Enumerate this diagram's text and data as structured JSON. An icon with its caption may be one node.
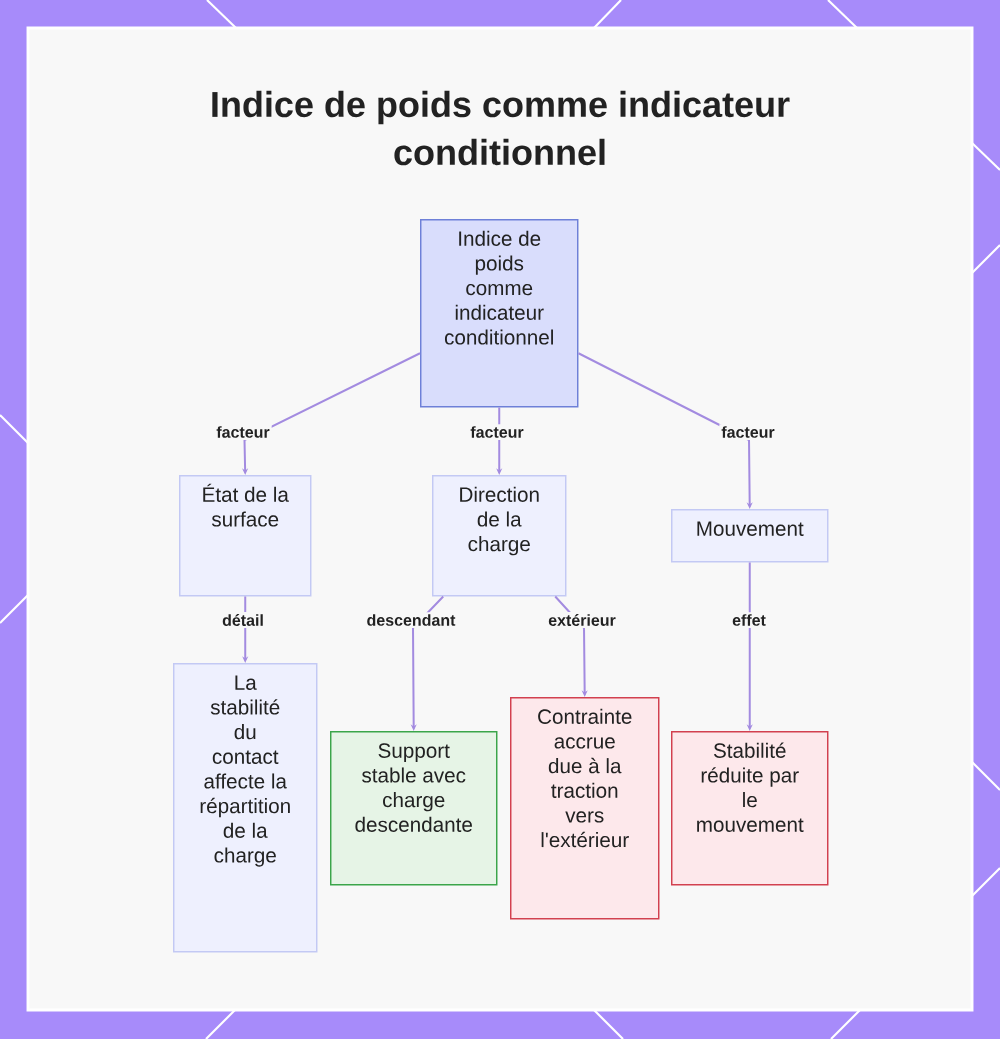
{
  "diagram": {
    "title": "Indice de poids comme indicateur conditionnel",
    "nodes": [
      {
        "text": [
          "Indice de poids comme indicateur conditionnel"
        ]
      },
      {
        "text": [
          "État de la surface"
        ]
      },
      {
        "text": [
          "Direction de la charge"
        ]
      },
      {
        "text": [
          "Mouvement"
        ]
      },
      {
        "text": [
          "La stabilité du contact affecte la répartition de la charge"
        ]
      },
      {
        "text": [
          "Support stable avec charge descendante"
        ]
      },
      {
        "text": [
          "Contrainte accrue due à la traction vers l'extérieur"
        ]
      },
      {
        "text": [
          "Stabilité réduite par le mouvement"
        ]
      }
    ],
    "edges": [
      {
        "from": 0,
        "to": 1,
        "arrow": "to",
        "label": "facteur"
      },
      {
        "from": 0,
        "to": 2,
        "arrow": "to",
        "label": "facteur"
      },
      {
        "from": 0,
        "to": 3,
        "arrow": "to",
        "label": "facteur"
      },
      {
        "from": 1,
        "to": 4,
        "arrow": "to",
        "label": "détail"
      },
      {
        "from": 2,
        "to": 5,
        "arrow": "to",
        "label": "descendant"
      },
      {
        "from": 2,
        "to": 6,
        "arrow": "to",
        "label": "extérieur"
      },
      {
        "from": 3,
        "to": 7,
        "arrow": "to",
        "label": "effet"
      }
    ]
  }
}
